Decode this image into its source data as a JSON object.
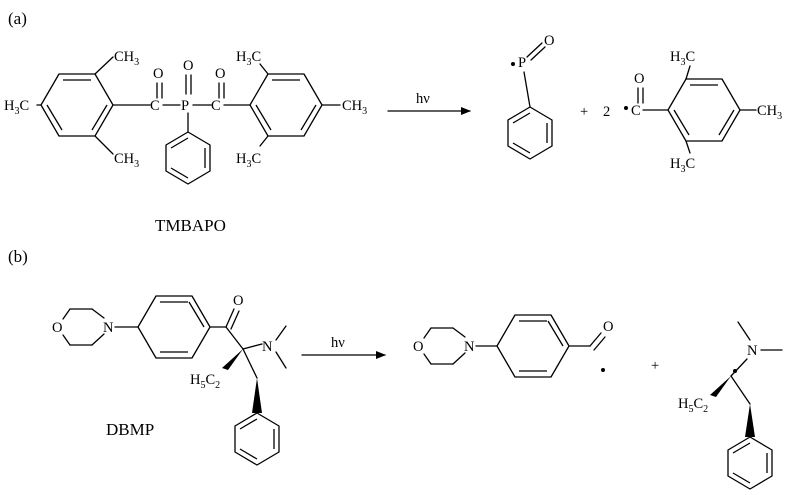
{
  "panels": {
    "a": {
      "label": "(a)",
      "compound": "TMBAPO",
      "arrow": "hν",
      "plus": "+",
      "coefficient": "2"
    },
    "b": {
      "label": "(b)",
      "compound": "DBMP",
      "arrow": "hν",
      "plus": "+"
    }
  },
  "atoms": {
    "ch3": "CH",
    "h3c": "H",
    "c_of_h3c": "C",
    "three": "3",
    "c": "C",
    "p": "P",
    "o": "O",
    "n": "N",
    "h5c": "H",
    "c_of_h5c": "C",
    "five": "5",
    "two": "2"
  }
}
